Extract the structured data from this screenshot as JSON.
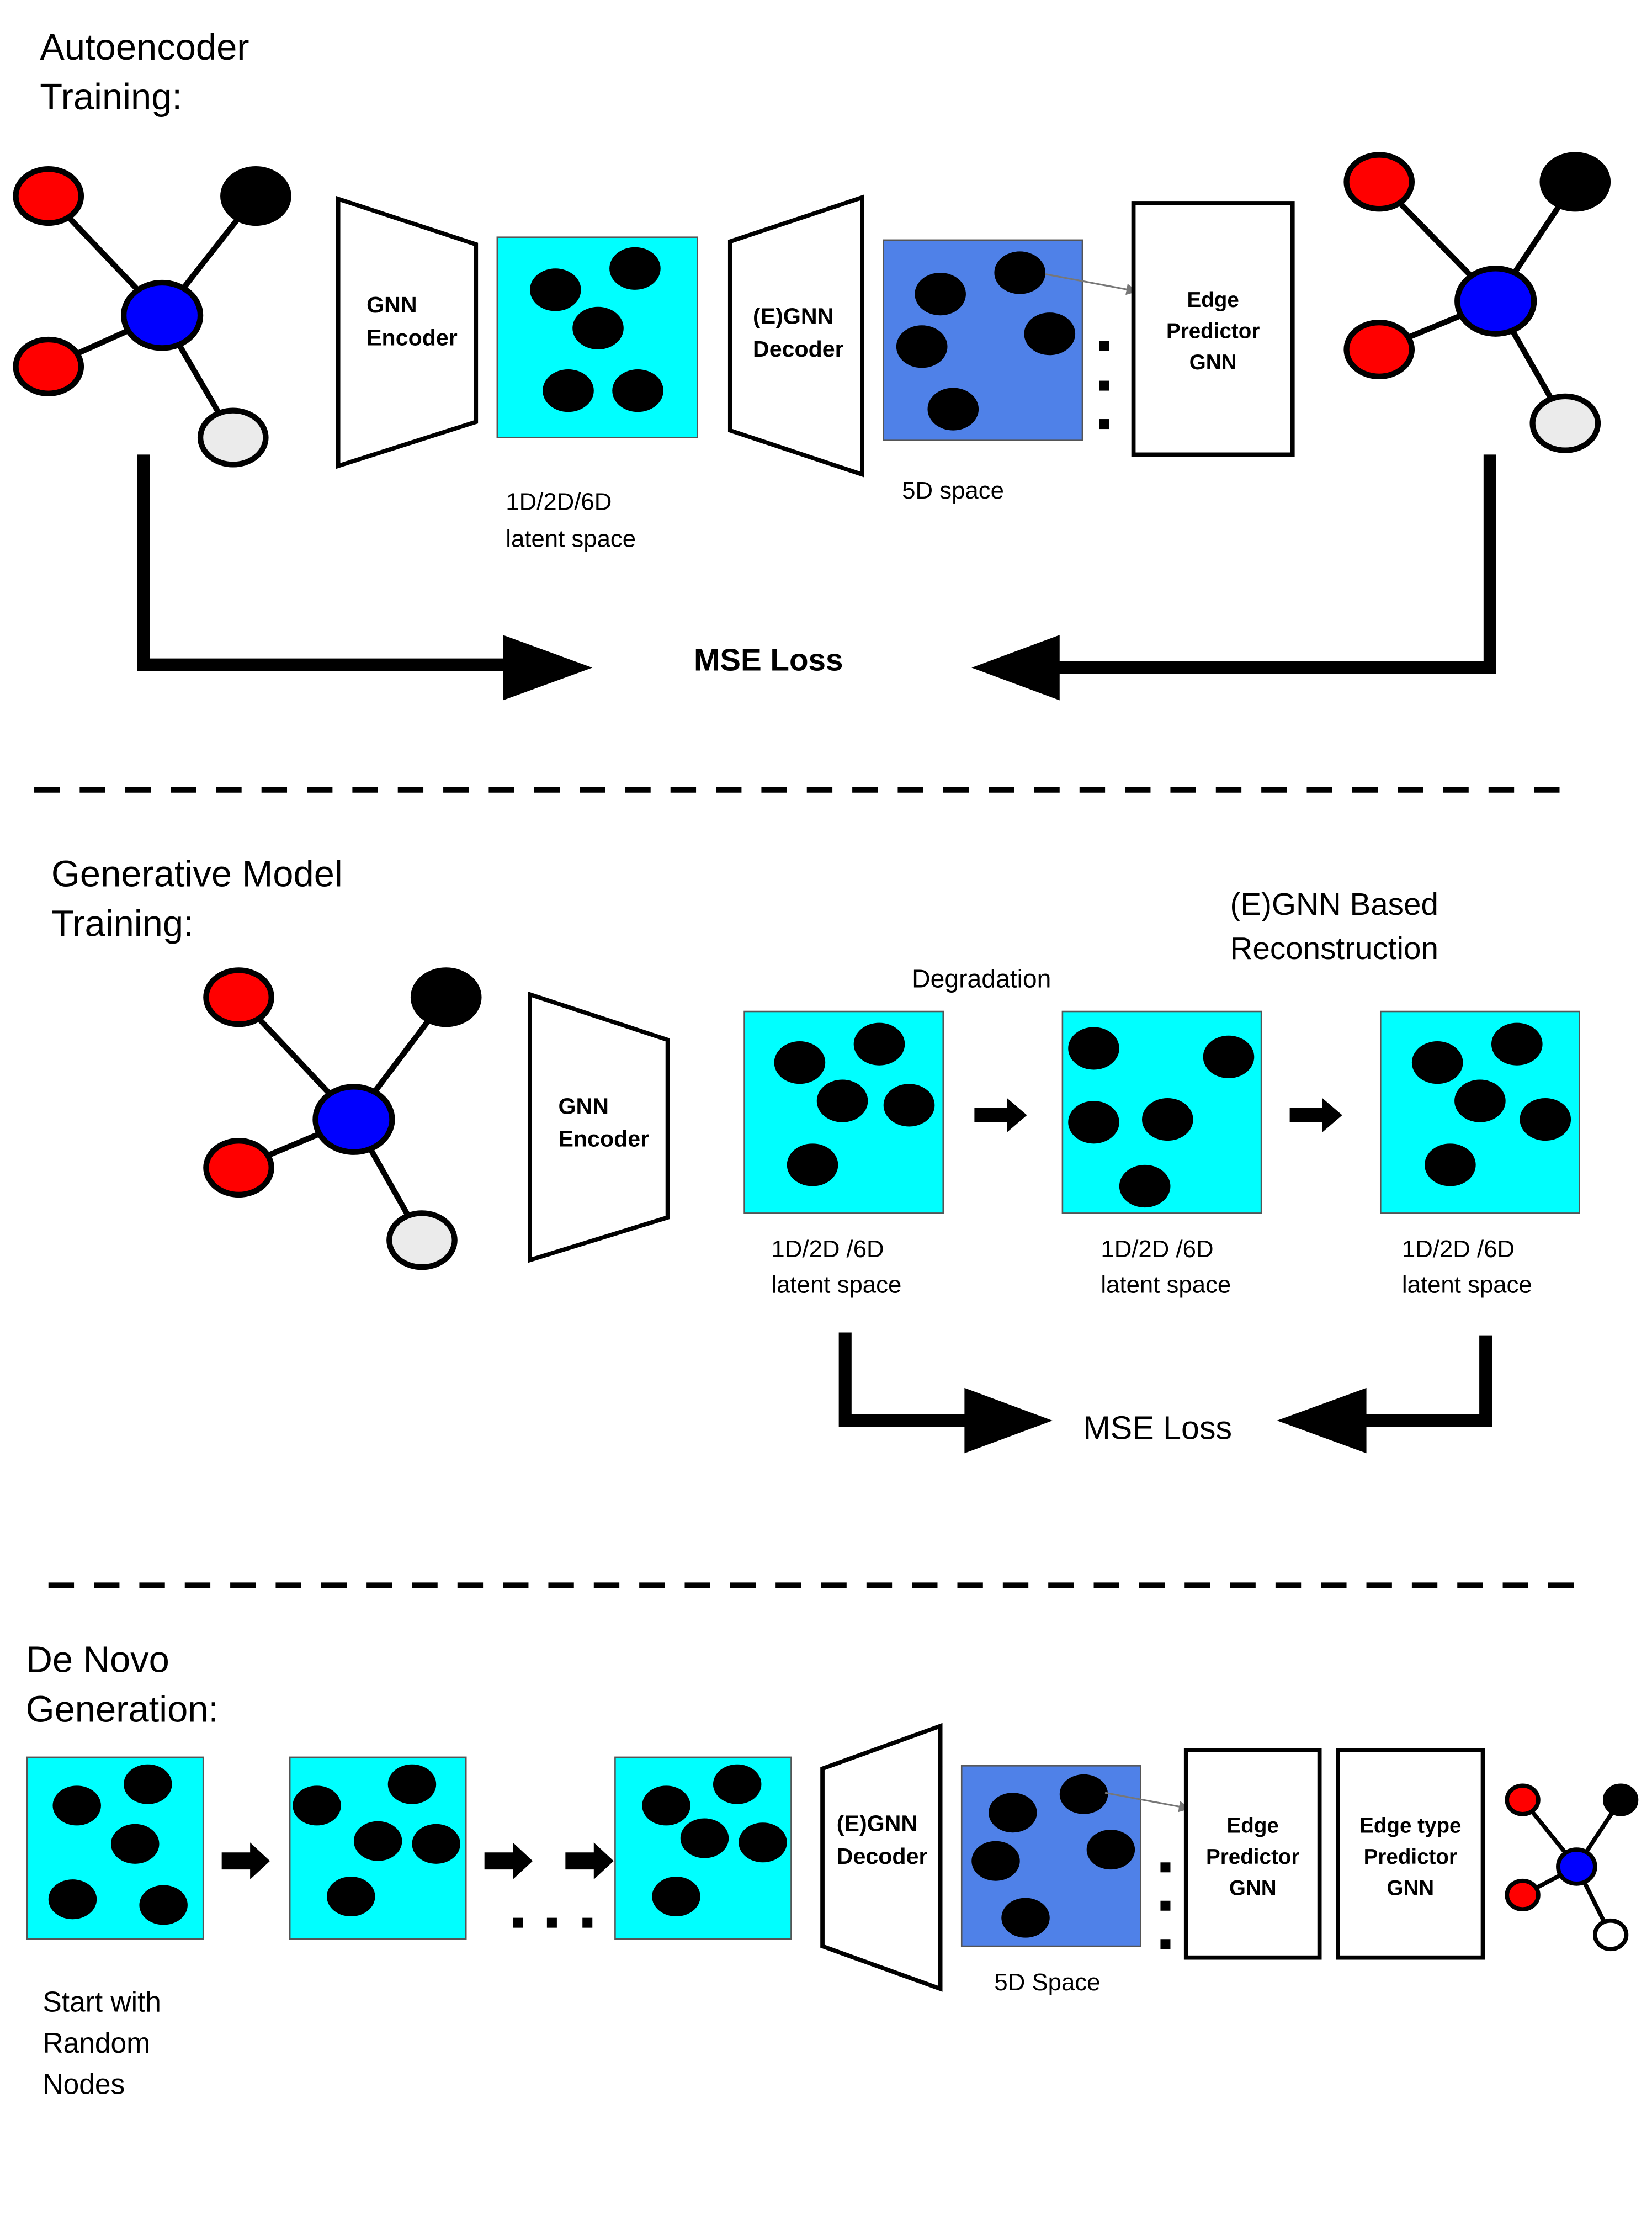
{
  "colors": {
    "cyan": "#00FFFF",
    "blue_space": "#4F81E8",
    "node_red": "#FF0000",
    "node_blue": "#0000FF",
    "node_black": "#000000",
    "node_gray": "#EBEBEB"
  },
  "section1": {
    "title_line1": "Autoencoder",
    "title_line2": "Training:",
    "encoder_line1": "GNN",
    "encoder_line2": "Encoder",
    "latent_line1": "1D/2D/6D",
    "latent_line2": "latent space",
    "decoder_line1": "(E)GNN",
    "decoder_line2": "Decoder",
    "space_label": "5D space",
    "edge_line1": "Edge",
    "edge_line2": "Predictor",
    "edge_line3": "GNN",
    "loss": "MSE Loss"
  },
  "section2": {
    "title_line1": "Generative Model",
    "title_line2": "Training:",
    "encoder_line1": "GNN",
    "encoder_line2": "Encoder",
    "degradation": "Degradation",
    "recon_line1": "(E)GNN Based",
    "recon_line2": "Reconstruction",
    "latent_line1": "1D/2D /6D",
    "latent_line2": "latent space",
    "loss": "MSE Loss"
  },
  "section3": {
    "title_line1": "De Novo",
    "title_line2": "Generation:",
    "decoder_line1": "(E)GNN",
    "decoder_line2": "Decoder",
    "space_label": "5D Space",
    "edge_line1": "Edge",
    "edge_line2": "Predictor",
    "edge_line3": "GNN",
    "edgetype_line1": "Edge type",
    "edgetype_line2": "Predictor",
    "edgetype_line3": "GNN",
    "start_line1": "Start with",
    "start_line2": "Random",
    "start_line3": "Nodes"
  }
}
